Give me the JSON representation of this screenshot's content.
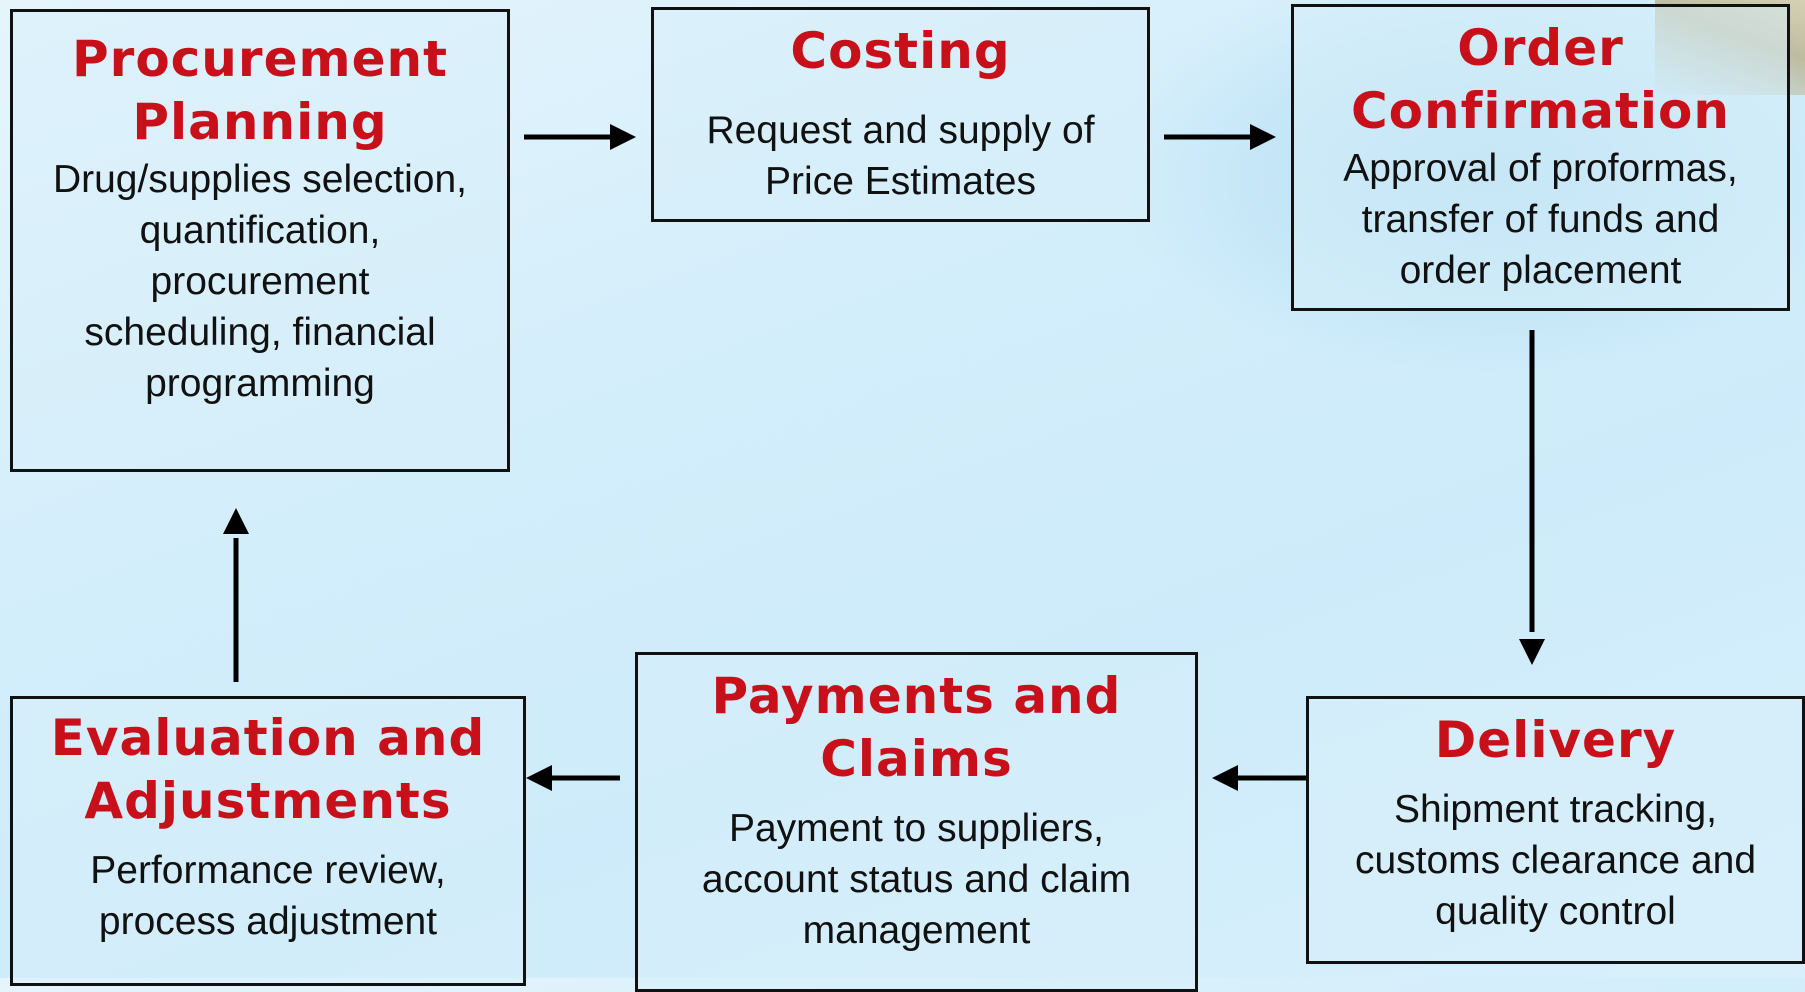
{
  "colors": {
    "title": "#c8101a",
    "border": "#111111",
    "text": "#111111",
    "background": "#d4eefb"
  },
  "steps": [
    {
      "title": "Procurement\nPlanning",
      "description": "Drug/supplies selection,\nquantification,\nprocurement\nscheduling, financial\nprogramming"
    },
    {
      "title": "Costing",
      "description": "Request and supply of\nPrice Estimates"
    },
    {
      "title": "Order\nConfirmation",
      "description": "Approval of proformas,\ntransfer of funds and\norder placement"
    },
    {
      "title": "Delivery",
      "description": "Shipment tracking,\ncustoms clearance and\nquality control"
    },
    {
      "title": "Payments and\nClaims",
      "description": "Payment to suppliers,\naccount status and claim\nmanagement"
    },
    {
      "title": "Evaluation and\nAdjustments",
      "description": "Performance review,\nprocess adjustment"
    }
  ]
}
